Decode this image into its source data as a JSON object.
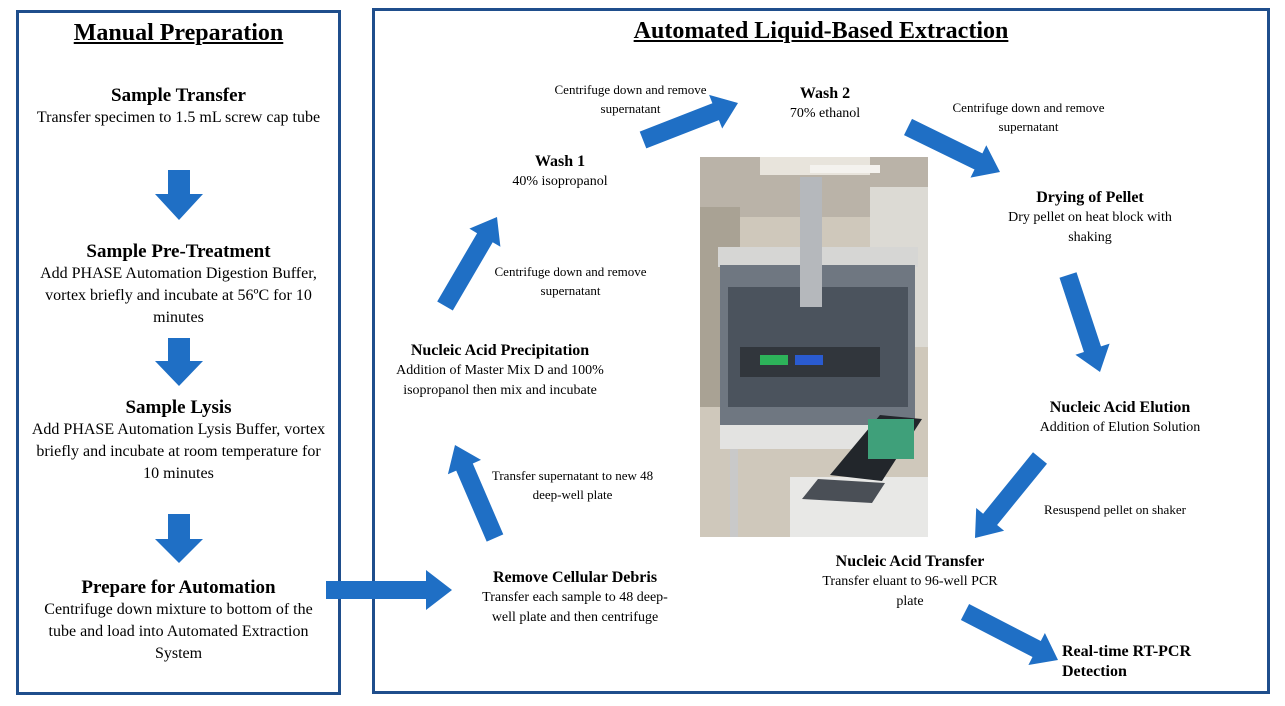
{
  "manual": {
    "title": "Manual Preparation",
    "steps": [
      {
        "title": "Sample Transfer",
        "desc": "Transfer specimen to 1.5 mL screw cap tube"
      },
      {
        "title": "Sample Pre-Treatment",
        "desc": "Add PHASE Automation Digestion Buffer, vortex briefly and incubate at 56ºC for 10 minutes"
      },
      {
        "title": "Sample Lysis",
        "desc": "Add PHASE Automation Lysis Buffer, vortex briefly and incubate at room temperature for 10 minutes"
      },
      {
        "title": "Prepare for Automation",
        "desc": "Centrifuge down mixture to bottom of the tube and load into Automated Extraction System"
      }
    ]
  },
  "automated": {
    "title": "Automated Liquid-Based Extraction",
    "steps": {
      "remove_debris": {
        "title": "Remove Cellular Debris",
        "desc": "Transfer each sample to 48 deep-well plate and then centrifuge"
      },
      "precipitation": {
        "title": "Nucleic Acid Precipitation",
        "desc": "Addition of Master Mix D and 100% isopropanol then mix and incubate"
      },
      "wash1": {
        "title": "Wash 1",
        "desc": "40% isopropanol"
      },
      "wash2": {
        "title": "Wash 2",
        "desc": "70% ethanol"
      },
      "drying": {
        "title": "Drying of Pellet",
        "desc": "Dry pellet on heat block with shaking"
      },
      "elution": {
        "title": "Nucleic Acid Elution",
        "desc": "Addition of Elution Solution"
      },
      "transfer": {
        "title": "Nucleic Acid Transfer",
        "desc": "Transfer eluant to 96-well PCR plate"
      },
      "detection": {
        "title": "Real-time RT-PCR Detection"
      }
    },
    "notes": {
      "transfer_supernatant": "Transfer supernatant to new 48 deep-well plate",
      "centrifuge_1": "Centrifuge down and remove supernatant",
      "centrifuge_2": "Centrifuge down and remove supernatant",
      "centrifuge_3": "Centrifuge down and remove supernatant",
      "resuspend": "Resuspend pellet on shaker"
    }
  },
  "colors": {
    "accent": "#1f6fc5",
    "border": "#1f4e8c"
  }
}
